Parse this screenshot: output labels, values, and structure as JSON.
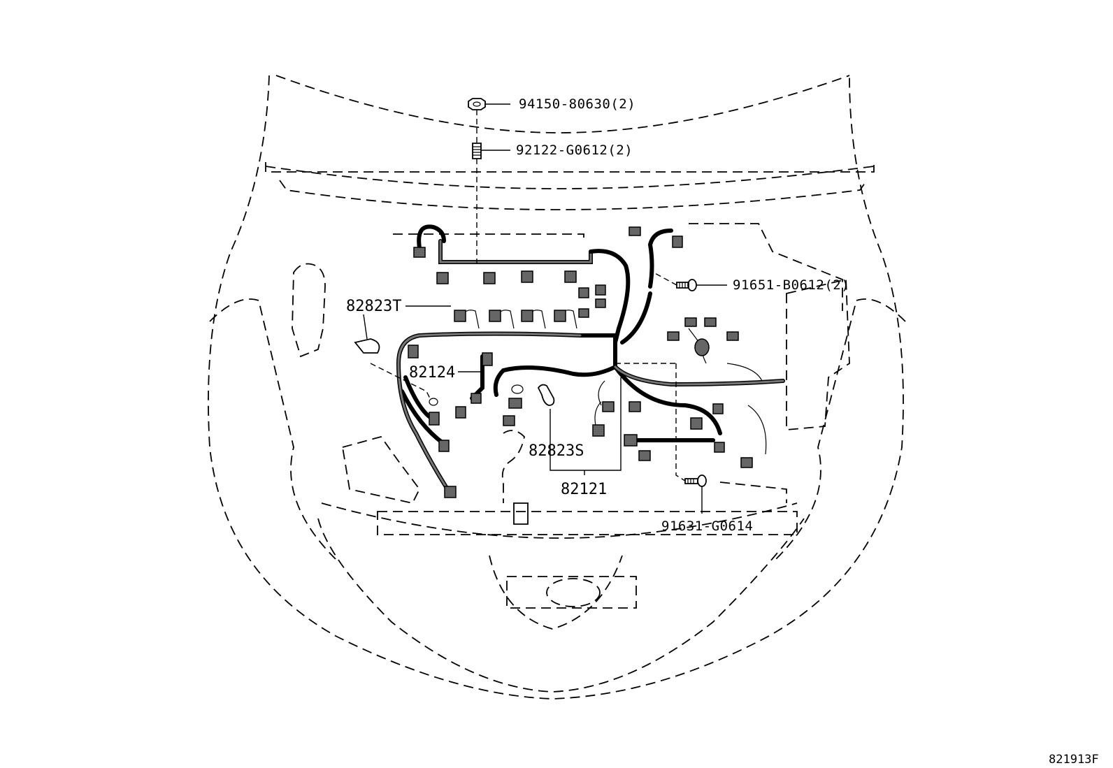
{
  "diagram_code": "821913F",
  "callouts": [
    {
      "id": "nut",
      "text": "94150-80630(2)"
    },
    {
      "id": "stud",
      "text": "92122-G0612(2)"
    },
    {
      "id": "bolt-right",
      "text": "91651-B0612(2)"
    },
    {
      "id": "bolt-lower",
      "text": "91631-G0614"
    },
    {
      "id": "protector-t",
      "text": "82823T"
    },
    {
      "id": "sub-harness",
      "text": "82124"
    },
    {
      "id": "protector-s",
      "text": "82823S"
    },
    {
      "id": "engine-harness",
      "text": "82121"
    }
  ]
}
